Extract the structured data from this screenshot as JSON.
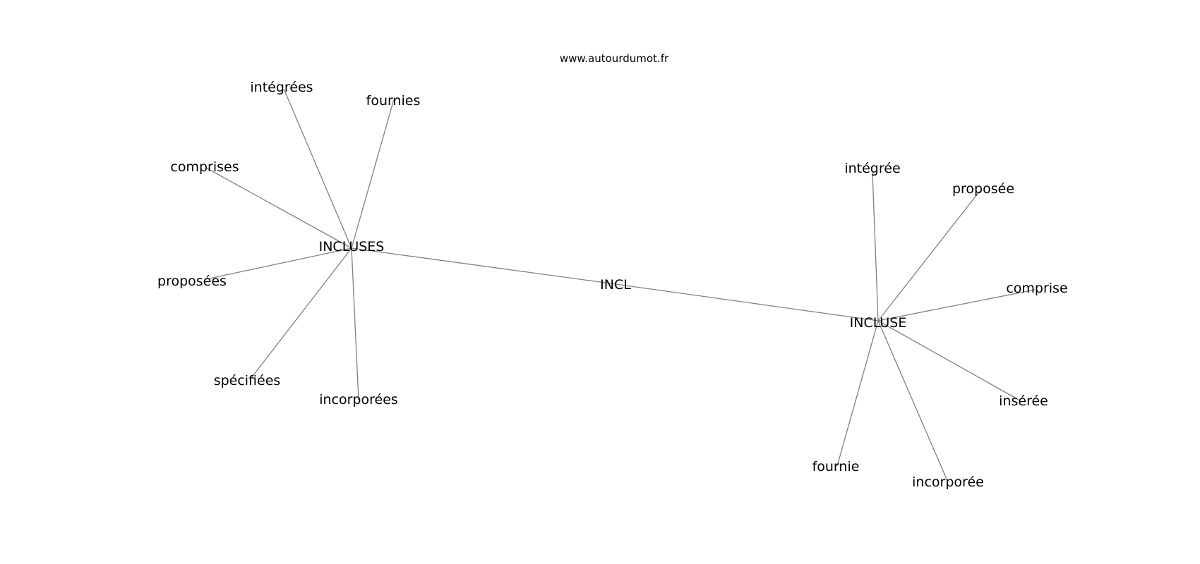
{
  "watermark": "www.autourdumot.fr",
  "colors": {
    "edge": "#808080",
    "text": "#000000",
    "background": "#ffffff"
  },
  "nodes": {
    "incl": "INCL",
    "incluses": "INCLUSES",
    "incluse": "INCLUSE",
    "integrees": "intégrées",
    "fournies": "fournies",
    "comprises": "comprises",
    "proposees": "proposées",
    "specifiees": "spécifiées",
    "incorporees": "incorporées",
    "integree": "intégrée",
    "proposee": "proposée",
    "comprise": "comprise",
    "inseree": "insérée",
    "incorporee": "incorporée",
    "fournie": "fournie"
  },
  "edges": [
    [
      "incl",
      "incluses"
    ],
    [
      "incl",
      "incluse"
    ],
    [
      "incluses",
      "integrees"
    ],
    [
      "incluses",
      "fournies"
    ],
    [
      "incluses",
      "comprises"
    ],
    [
      "incluses",
      "proposees"
    ],
    [
      "incluses",
      "specifiees"
    ],
    [
      "incluses",
      "incorporees"
    ],
    [
      "incluse",
      "integree"
    ],
    [
      "incluse",
      "proposee"
    ],
    [
      "incluse",
      "comprise"
    ],
    [
      "incluse",
      "inseree"
    ],
    [
      "incluse",
      "incorporee"
    ],
    [
      "incluse",
      "fournie"
    ]
  ]
}
